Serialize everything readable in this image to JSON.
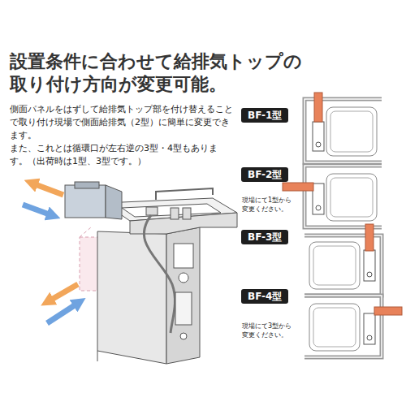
{
  "diagram": {
    "title": "設置条件に合わせて給排気トップの 取り付け方向が変更可能。",
    "nodes": [
      {
        "text": [
          "BF-1型"
        ]
      },
      {
        "text": [
          "BF-2型"
        ]
      },
      {
        "text": [
          "BF-3型"
        ]
      },
      {
        "text": [
          "BF-4型"
        ]
      }
    ],
    "labels": [
      "側面パネルをはずして給排気トップ部を付け替えることで取り付け現場で側面給排気（2型）に簡単に変更できます。",
      "また、これとは循環口が左右逆の3型・4型もあります。（出荷時は1型、3型です。）",
      "現場にて1型から 変更ください。",
      "現場にて3型から 変更ください。"
    ]
  }
}
